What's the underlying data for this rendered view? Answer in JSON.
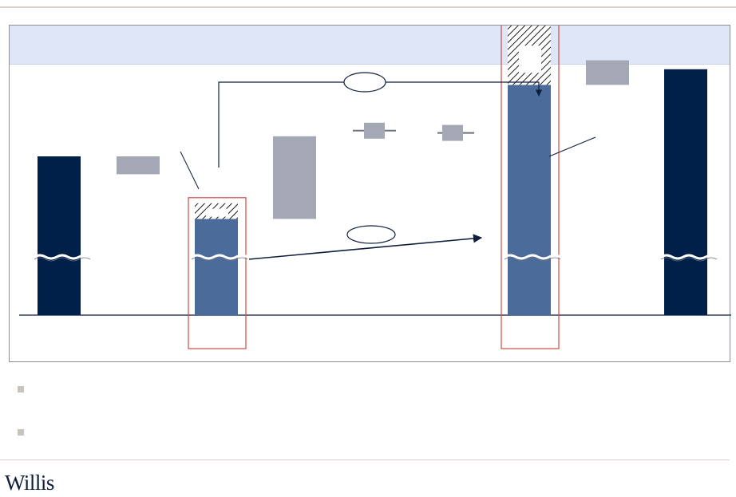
{
  "header": {
    "title": ""
  },
  "logo": {
    "text": "Willis"
  },
  "bullets": [
    {
      "text": ""
    },
    {
      "text": ""
    }
  ],
  "colors": {
    "dark_bar": "#00204a",
    "mid_bar": "#4b6b9b",
    "grey_box": "#a4a8b4",
    "highlight": "#d24a43",
    "header_bg": "#dfe6f7"
  },
  "chart_data": {
    "type": "bar",
    "title": "",
    "xlabel": "",
    "ylabel": "",
    "axis_break": true,
    "categories": [
      "",
      "",
      "",
      "",
      "",
      "",
      "",
      ""
    ],
    "series": [
      {
        "values": [
          100,
          0,
          72,
          0,
          0,
          0,
          132,
          139
        ]
      }
    ],
    "waterfall_steps": [
      {
        "kind": "start",
        "value": 100,
        "color": "dark_bar"
      },
      {
        "kind": "change",
        "value": -8,
        "color": "grey_box"
      },
      {
        "kind": "highlighted",
        "value": 72,
        "hatched_top": 7,
        "color": "mid_bar"
      },
      {
        "kind": "change",
        "value": 37,
        "color": "grey_box"
      },
      {
        "kind": "change_range",
        "value": 5,
        "color": "grey_box"
      },
      {
        "kind": "change_range",
        "value": 3,
        "color": "grey_box"
      },
      {
        "kind": "highlighted",
        "value": 132,
        "hatched_top": 27,
        "color": "mid_bar"
      },
      {
        "kind": "change",
        "value": 11,
        "color": "grey_box"
      },
      {
        "kind": "end",
        "value": 139,
        "color": "dark_bar"
      }
    ],
    "annotations": [
      {
        "type": "bracket-arrow",
        "from": 2,
        "to": 6,
        "label": ""
      },
      {
        "type": "straight-arrow",
        "from": 2,
        "to": 6,
        "label": ""
      }
    ],
    "grid": false,
    "legend": "none"
  }
}
